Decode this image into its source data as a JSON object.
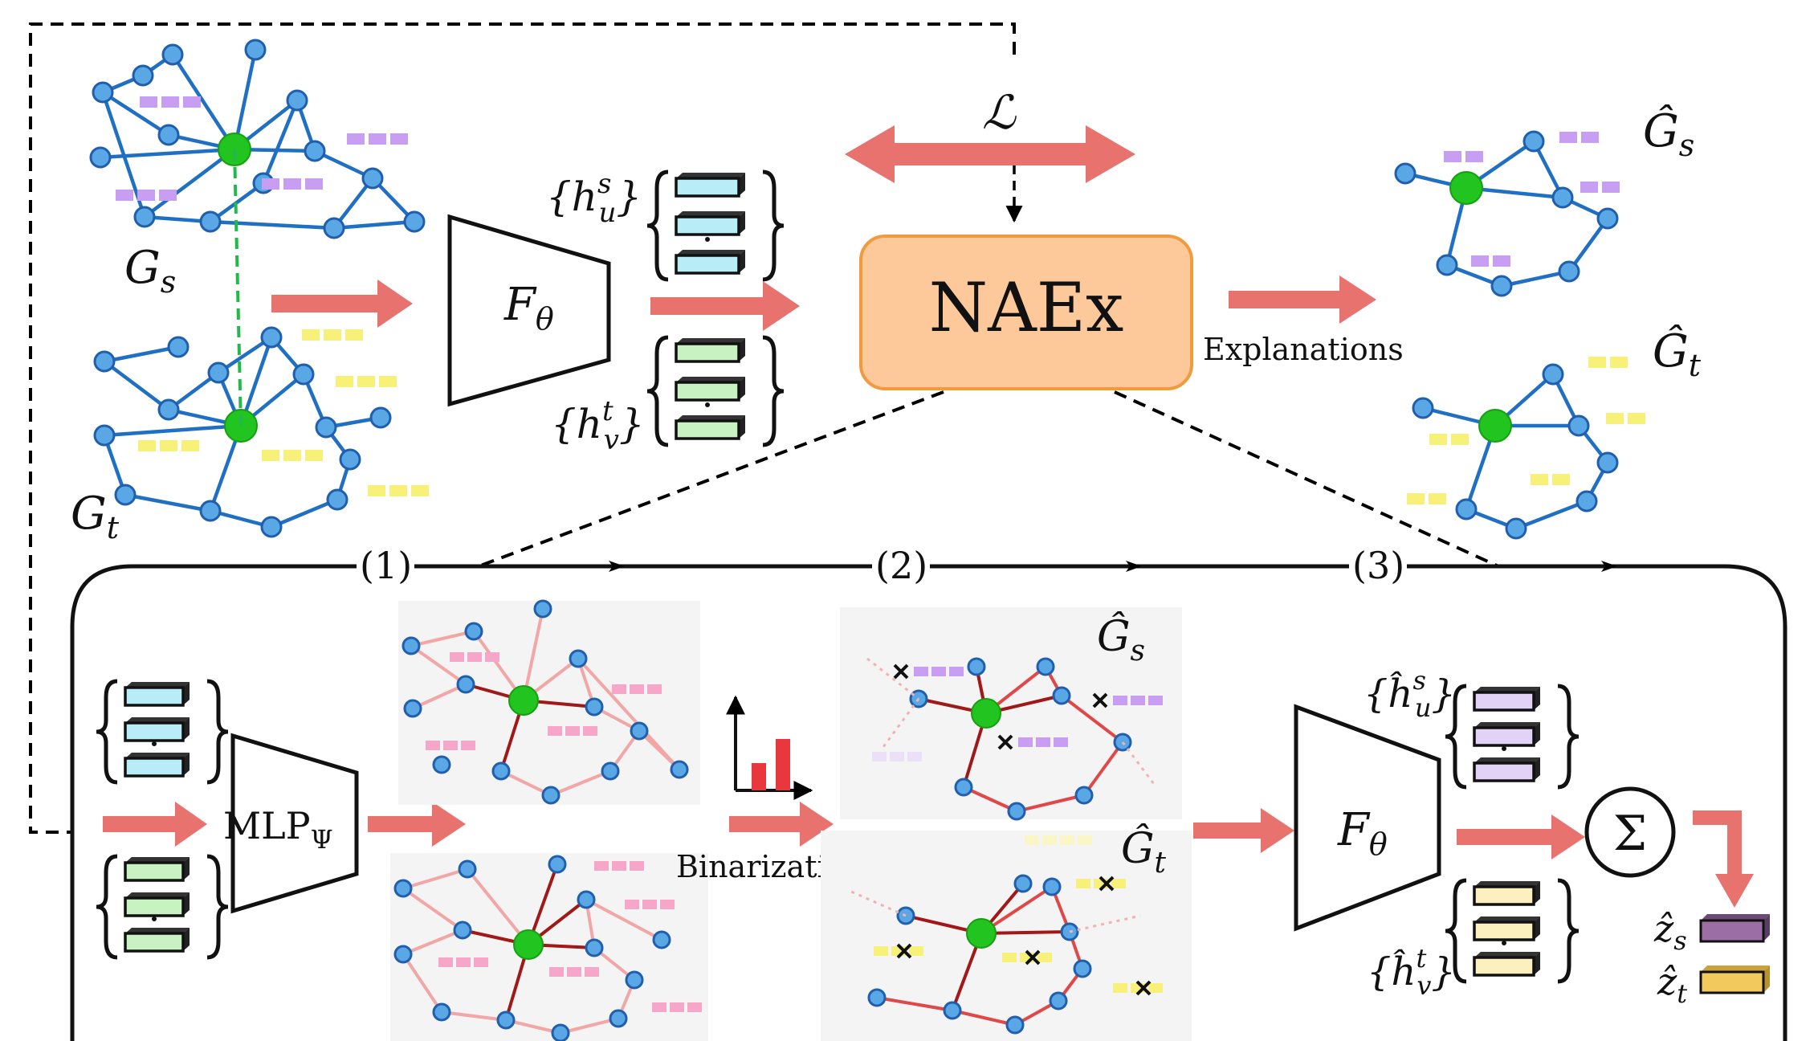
{
  "labels": {
    "gs": "G",
    "gs_sub": "s",
    "gt": "G",
    "gt_sub": "t",
    "hs": "{h",
    "hs_sup": "s",
    "hs_sub": "u",
    "hs_close": "}",
    "ht": "{h",
    "ht_sup": "t",
    "ht_sub": "v",
    "ht_close": "}",
    "f_theta_top": "F",
    "f_theta_top_sub": "θ",
    "loss": "ℒ",
    "naex": "NAEx",
    "explanations": "Explanations",
    "ghat_s_top": "Ĝ",
    "ghat_s_top_sub": "s",
    "ghat_t_top": "Ĝ",
    "ghat_t_top_sub": "t",
    "step1": "(1)",
    "step2": "(2)",
    "step3": "(3)",
    "mlp": "MLP",
    "mlp_sub": "Ψ",
    "binarization": "Binarization",
    "ghat_s_bot": "Ĝ",
    "ghat_s_bot_sub": "s",
    "ghat_t_bot": "Ĝ",
    "ghat_t_bot_sub": "t",
    "f_theta_bot": "F",
    "f_theta_bot_sub": "θ",
    "hhat_s": "{ĥ",
    "hhat_s_sup": "s",
    "hhat_s_sub": "u",
    "hhat_s_close": "}",
    "hhat_t": "{ĥ",
    "hhat_t_sup": "t",
    "hhat_t_sub": "v",
    "hhat_t_close": "}",
    "sum": "Σ",
    "zs": "ẑ",
    "zs_sub": "s",
    "zt": "ẑ",
    "zt_sub": "t"
  },
  "colors": {
    "node": "#5aa7e6",
    "node_stroke": "#1f5fae",
    "edge": "#1f6fc4",
    "anchor": "#22c41f",
    "arrow": "#e8726e",
    "naex_fill": "#fdc99a",
    "naex_stroke": "#f19a3e",
    "purple_feat": "#c79ef2",
    "yellow_feat": "#f7f17a",
    "cyan_emb": "#b8ecf6",
    "green_emb": "#c9f2c2",
    "lavender_emb": "#e2d2f6",
    "cream_emb": "#fdf0bf",
    "edge_red_dark": "#a01818",
    "edge_red_light": "#f2a6a6",
    "pink_feat": "#f6a6c8",
    "zs_color": "#9b6fa5",
    "zt_color": "#f2c95c"
  }
}
